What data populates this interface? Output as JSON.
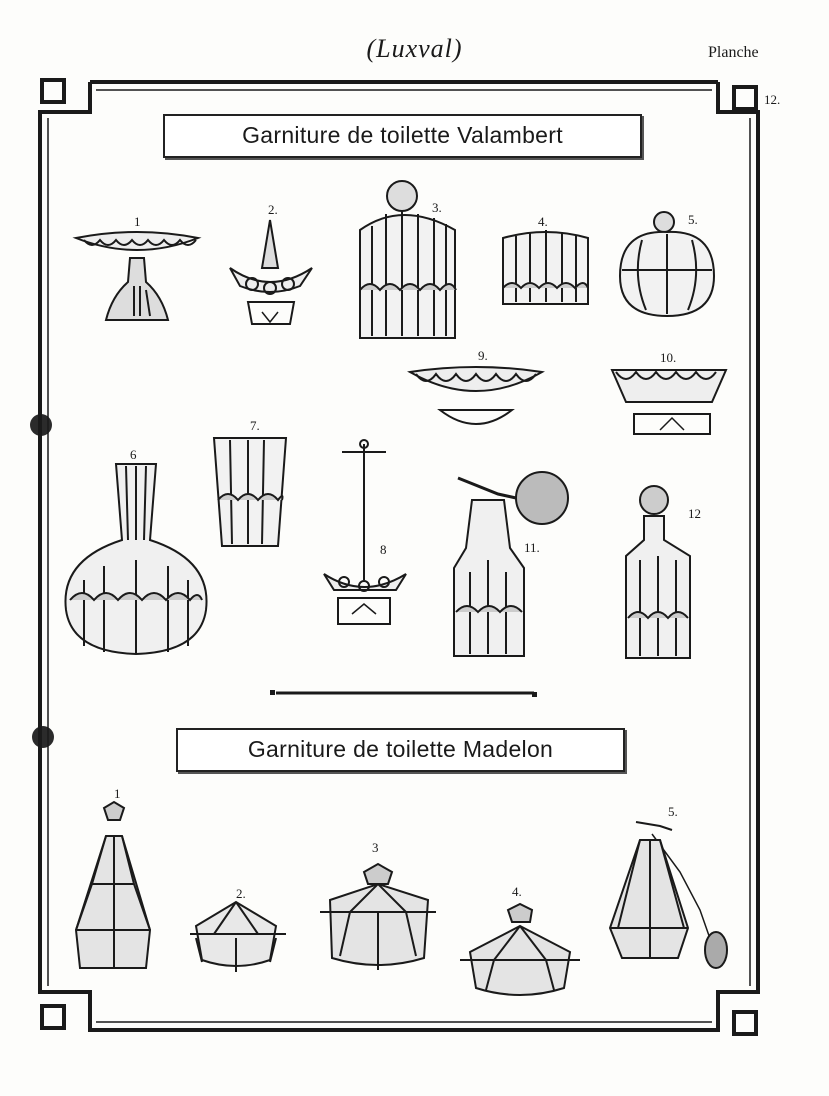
{
  "header": {
    "title": "(Luxval)",
    "planche_label": "Planche",
    "page_number": "12."
  },
  "sections": [
    {
      "title": "Garniture de toilette Valambert",
      "items": [
        "1",
        "2.",
        "3.",
        "4.",
        "5.",
        "9.",
        "10.",
        "7.",
        "6",
        "8",
        "11.",
        "12"
      ]
    },
    {
      "title": "Garniture de toilette Madelon",
      "items": [
        "1",
        "2.",
        "3",
        "4.",
        "5."
      ]
    }
  ],
  "colors": {
    "ink": "#1a1a1a",
    "paper": "#fdfdfb",
    "hole": "#2b2b2b"
  }
}
